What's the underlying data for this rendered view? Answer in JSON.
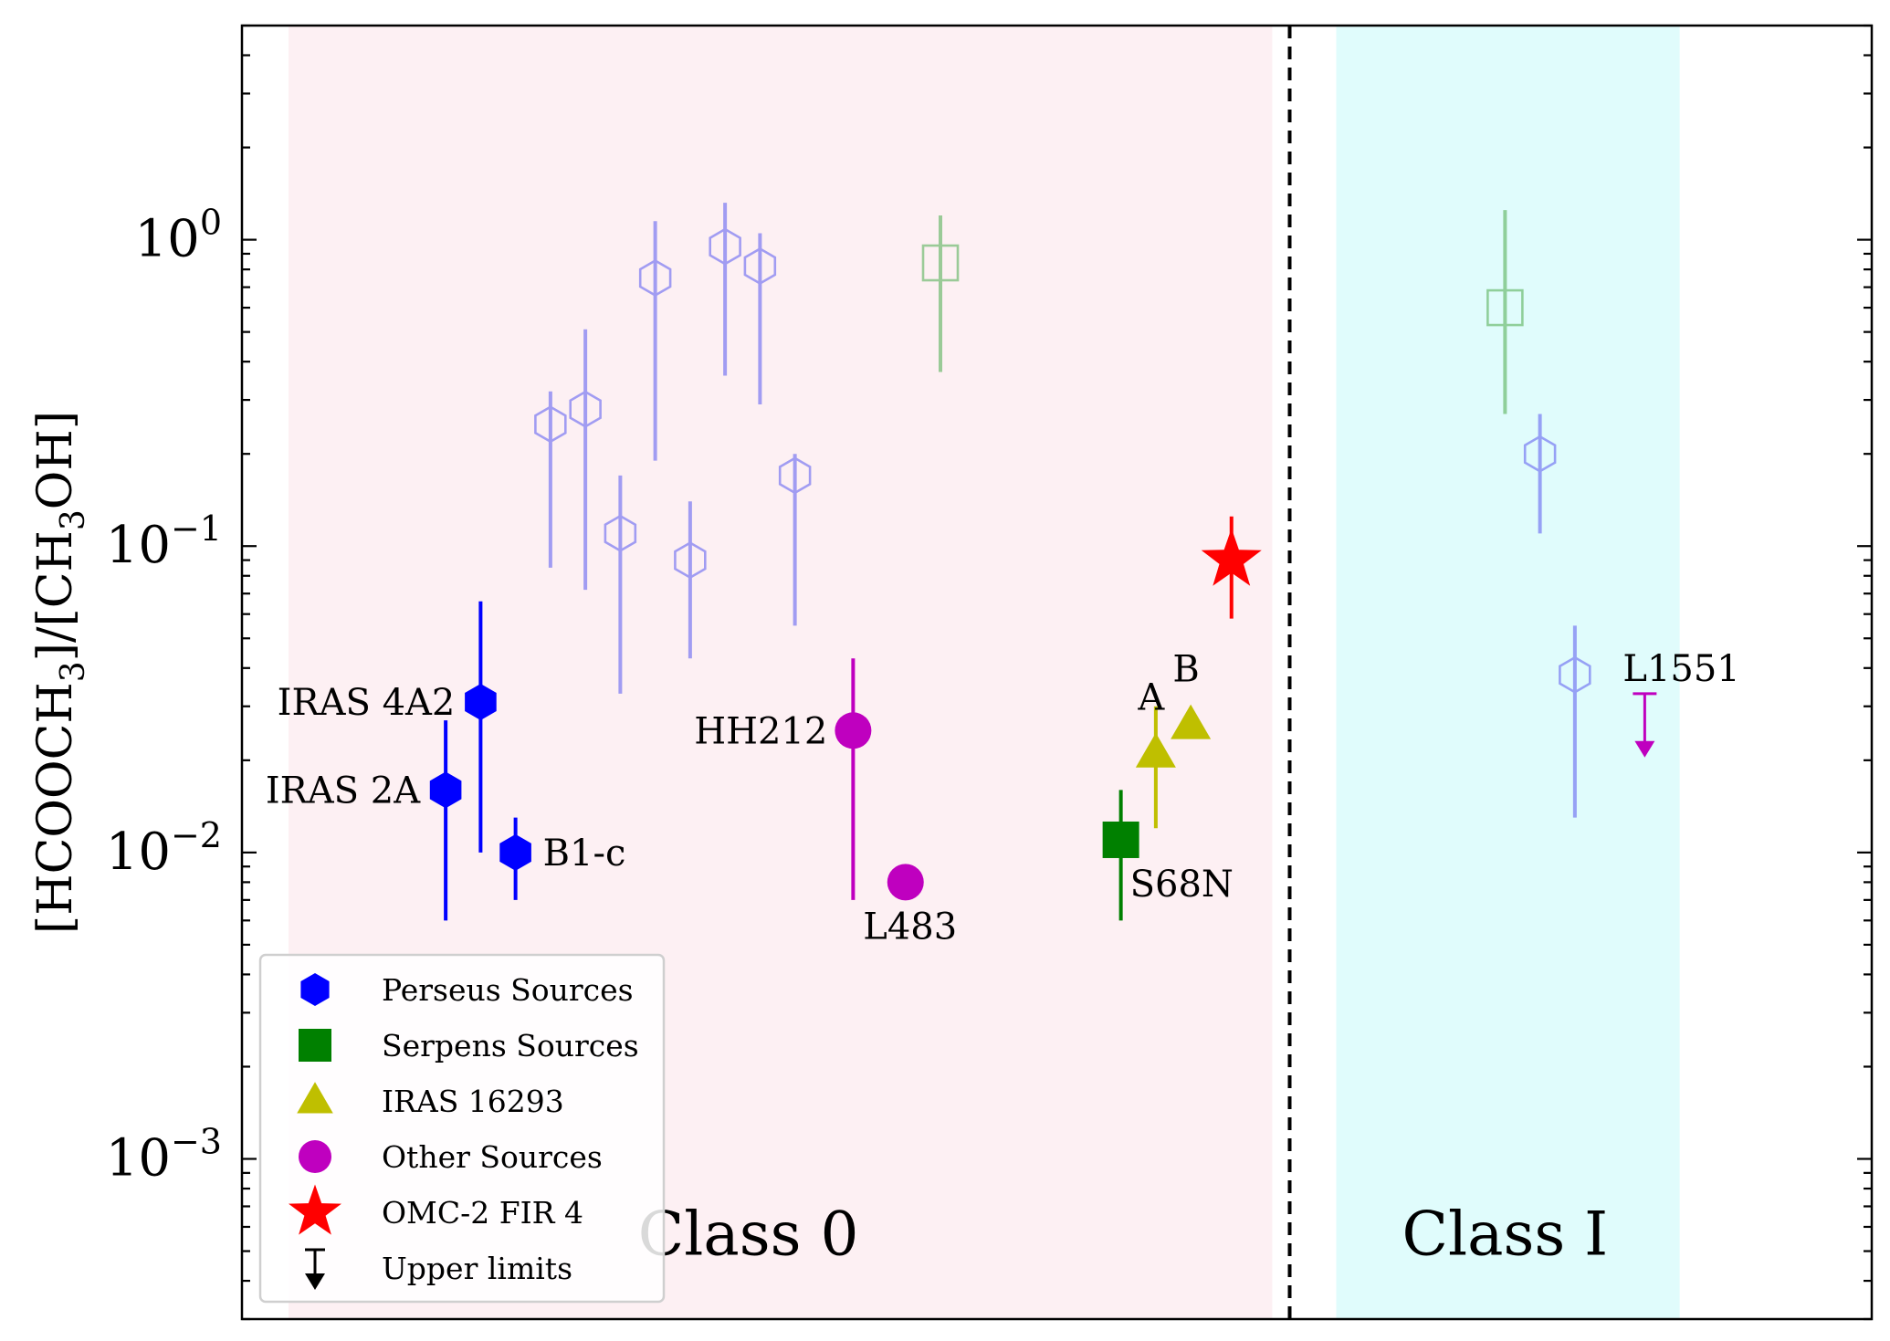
{
  "chart_data": {
    "type": "scatter",
    "title": "",
    "xlabel": "",
    "ylabel": "[HCOOCH3]/[CH3OH]",
    "ylabel_parts": {
      "open": "[HCOOCH",
      "sub1": "3",
      "mid": "]/[CH",
      "sub2": "3",
      "close": "OH]"
    },
    "y_scale": "log",
    "ylim": [
      0.0003,
      5
    ],
    "xlim": [
      0,
      28
    ],
    "grid": false,
    "y_ticks": [
      {
        "value": 0.001,
        "base": "10",
        "exp": "−3"
      },
      {
        "value": 0.01,
        "base": "10",
        "exp": "−2"
      },
      {
        "value": 0.1,
        "base": "10",
        "exp": "−1"
      },
      {
        "value": 1,
        "base": "10",
        "exp": "0"
      }
    ],
    "regions": [
      {
        "label": "Class 0",
        "x_range": [
          0.8,
          17.7
        ],
        "color": "#fdf0f3",
        "label_x": 8.7,
        "label_y": 0.00055
      },
      {
        "label": "Class I",
        "x_range": [
          18.8,
          24.7
        ],
        "color": "#e0fcfc",
        "label_x": 21.7,
        "label_y": 0.00055
      }
    ],
    "divider_x": 18.0,
    "series": [
      {
        "name": "Perseus Sources",
        "marker": "hexagon",
        "color": "#0000ff",
        "filled": true,
        "points": [
          {
            "x": 3.5,
            "y": 0.016,
            "yerr_low": 0.006,
            "yerr_high": 0.027,
            "label": "IRAS 2A",
            "label_side": "left"
          },
          {
            "x": 4.1,
            "y": 0.031,
            "yerr_low": 0.01,
            "yerr_high": 0.066,
            "label": "IRAS 4A2",
            "label_side": "left"
          },
          {
            "x": 4.7,
            "y": 0.01,
            "yerr_low": 0.007,
            "yerr_high": 0.013,
            "label": "B1-c",
            "label_side": "right"
          }
        ]
      },
      {
        "name": "Perseus (faded)",
        "marker": "hexagon",
        "color": "#6a6af2",
        "filled": false,
        "in_legend": false,
        "points": [
          {
            "x": 5.3,
            "y": 0.25,
            "yerr_low": 0.085,
            "yerr_high": 0.32
          },
          {
            "x": 5.9,
            "y": 0.28,
            "yerr_low": 0.072,
            "yerr_high": 0.51
          },
          {
            "x": 6.5,
            "y": 0.11,
            "yerr_low": 0.033,
            "yerr_high": 0.17
          },
          {
            "x": 7.1,
            "y": 0.75,
            "yerr_low": 0.19,
            "yerr_high": 1.15
          },
          {
            "x": 7.7,
            "y": 0.09,
            "yerr_low": 0.043,
            "yerr_high": 0.14
          },
          {
            "x": 8.3,
            "y": 0.95,
            "yerr_low": 0.36,
            "yerr_high": 1.32
          },
          {
            "x": 8.9,
            "y": 0.82,
            "yerr_low": 0.29,
            "yerr_high": 1.05
          },
          {
            "x": 9.5,
            "y": 0.17,
            "yerr_low": 0.055,
            "yerr_high": 0.2
          },
          {
            "x": 22.3,
            "y": 0.2,
            "yerr_low": 0.11,
            "yerr_high": 0.27
          },
          {
            "x": 22.9,
            "y": 0.038,
            "yerr_low": 0.013,
            "yerr_high": 0.055
          }
        ]
      },
      {
        "name": "Serpens Sources",
        "marker": "square",
        "color": "#008000",
        "filled": true,
        "points": [
          {
            "x": 15.1,
            "y": 0.011,
            "yerr_low": 0.006,
            "yerr_high": 0.016,
            "label": "S68N",
            "label_side": "below-right"
          }
        ]
      },
      {
        "name": "Serpens (faded)",
        "marker": "square",
        "color": "#5fb45f",
        "filled": false,
        "in_legend": false,
        "points": [
          {
            "x": 12.0,
            "y": 0.84,
            "yerr_low": 0.37,
            "yerr_high": 1.2
          },
          {
            "x": 21.7,
            "y": 0.6,
            "yerr_low": 0.27,
            "yerr_high": 1.25
          }
        ]
      },
      {
        "name": "IRAS 16293",
        "marker": "triangle",
        "color": "#bfbf00",
        "filled": true,
        "points": [
          {
            "x": 15.7,
            "y": 0.021,
            "yerr_low": 0.012,
            "yerr_high": 0.03,
            "label": "A",
            "label_side": "above"
          },
          {
            "x": 16.3,
            "y": 0.026,
            "label": "B",
            "label_side": "above"
          }
        ]
      },
      {
        "name": "Other Sources",
        "marker": "circle",
        "color": "#bf00bf",
        "filled": true,
        "points": [
          {
            "x": 10.5,
            "y": 0.025,
            "yerr_low": 0.007,
            "yerr_high": 0.043,
            "label": "HH212",
            "label_side": "left"
          },
          {
            "x": 11.4,
            "y": 0.008,
            "label": "L483",
            "label_side": "below"
          }
        ]
      },
      {
        "name": "OMC-2 FIR 4",
        "marker": "star",
        "color": "#ff0000",
        "filled": true,
        "points": [
          {
            "x": 17.0,
            "y": 0.09,
            "yerr_low": 0.058,
            "yerr_high": 0.125
          }
        ]
      },
      {
        "name": "Other Sources upper limit",
        "marker": "upper-limit",
        "color": "#bf00bf",
        "in_legend": false,
        "points": [
          {
            "x": 24.1,
            "y": 0.033,
            "y_arrow_end": 0.021,
            "label": "L1551",
            "label_side": "above-right"
          }
        ]
      }
    ],
    "legend": {
      "position": "lower-left",
      "entries": [
        {
          "label": "Perseus Sources",
          "marker": "hexagon",
          "color": "#0000ff"
        },
        {
          "label": "Serpens Sources",
          "marker": "square",
          "color": "#008000"
        },
        {
          "label": "IRAS 16293",
          "marker": "triangle",
          "color": "#bfbf00"
        },
        {
          "label": "Other Sources",
          "marker": "circle",
          "color": "#bf00bf"
        },
        {
          "label": "OMC-2 FIR 4",
          "marker": "star",
          "color": "#ff0000"
        },
        {
          "label": "Upper limits",
          "marker": "upper-limit",
          "color": "#000000"
        }
      ]
    }
  }
}
